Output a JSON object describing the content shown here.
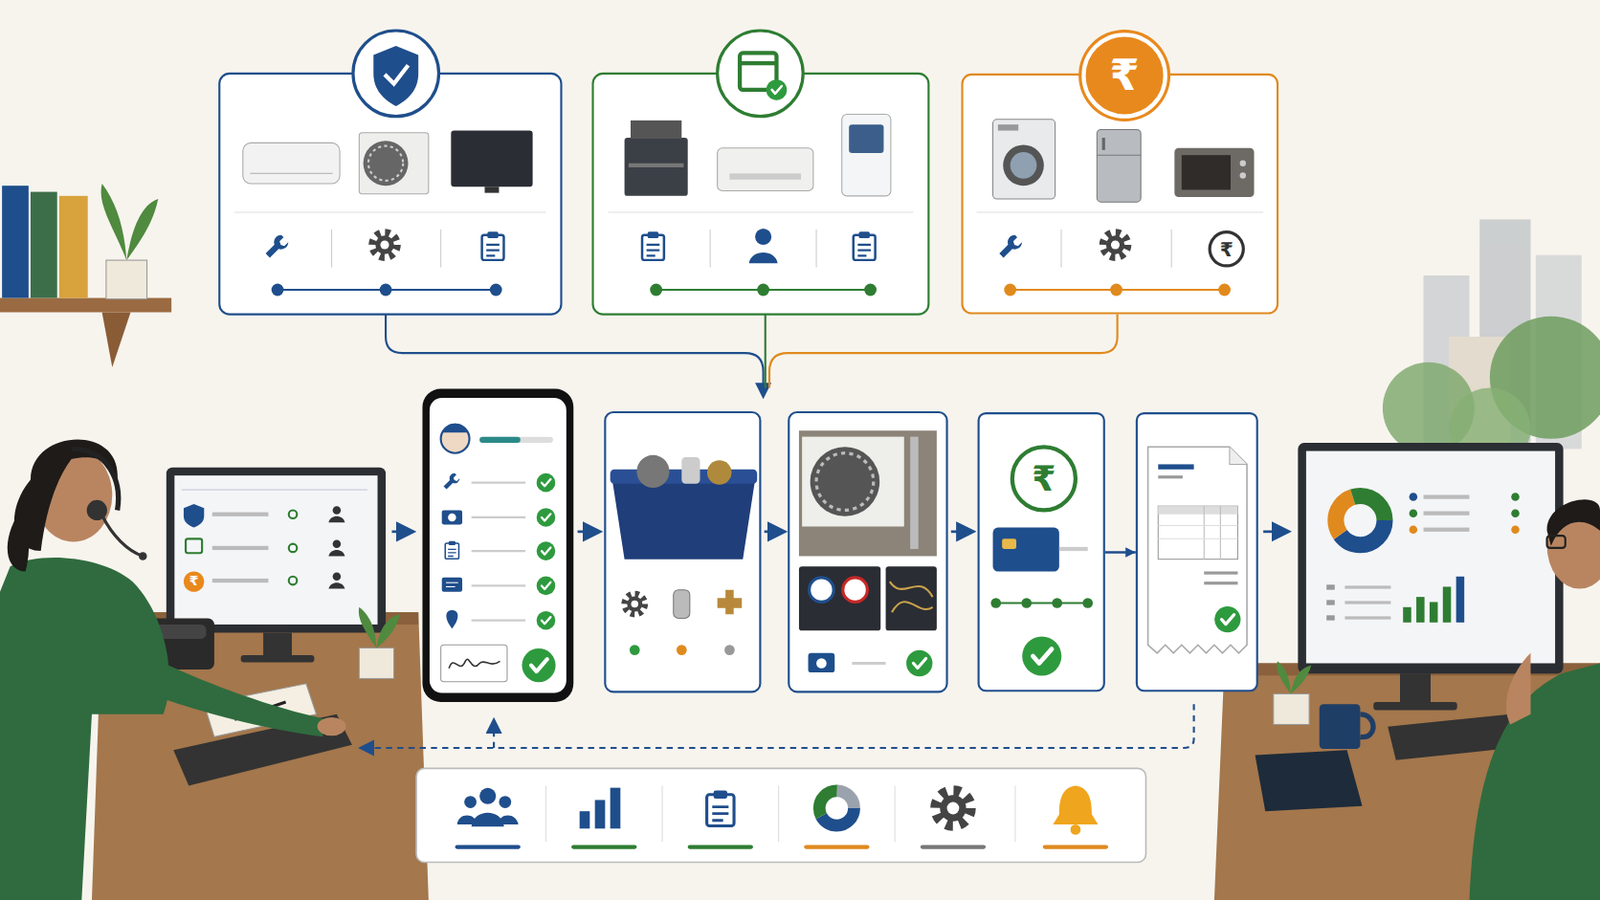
{
  "diagram": {
    "nodes": [
      {
        "text": [
          "₹",
          "₹"
        ]
      },
      {
        "text": [
          "₹"
        ]
      },
      {
        "text": [
          "₹"
        ]
      }
    ],
    "edges": [
      {
        "from": 1,
        "to": 2,
        "arrow": "to"
      }
    ],
    "labels": [
      "₹"
    ]
  }
}
